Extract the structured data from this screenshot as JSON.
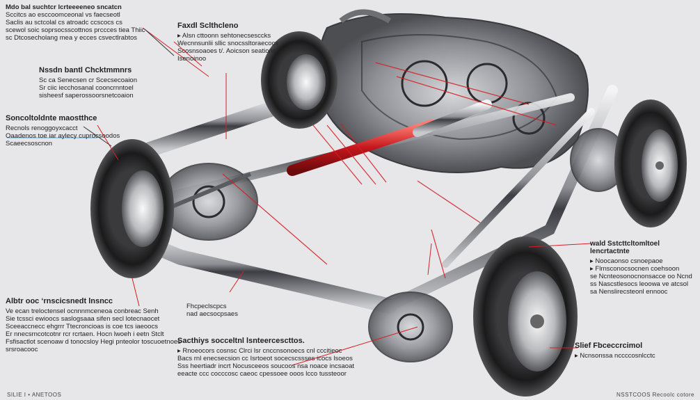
{
  "diagram": {
    "callouts": [
      {
        "id": "top-left",
        "title": "",
        "lines": [
          "Mdo bal suchtcr lcrteeeeneo sncatcn",
          "Sccitcs ao esccoomceonal vs faecseotl",
          "Saclis au sctcolal cs atroadc ccscocs cs",
          "scewol soic soprsocsscottnos prccces tiea Thiic",
          "sc Dtcosecholang mea y ecces csvectlrabtos"
        ]
      },
      {
        "id": "top-center",
        "title": "Faxdl Sclthcleno",
        "lines": [
          "▸ Alsn cttoonn sehtonecsesccks",
          "Wecnnsunlii sllic snocssltoraecocs",
          "Scosnsoaoes t/. Aoicson seations",
          "Isenoinoo"
        ]
      },
      {
        "id": "mid-left-1",
        "title": "Nssdn bantl Chcktmmnrs",
        "lines": [
          "Sc ca Senecsen cr Scecsecoaion",
          "Sr ciic iecchosanal cooncrnntoel",
          "sisheesf saperossoorsnetcoaion"
        ]
      },
      {
        "id": "mid-left-2",
        "title": "Soncoltoldnte maostthce",
        "lines": [
          "Recnols renoggoyxcacct",
          "Oaadenos toe iar aylecy cuprocsoodos",
          "Scaeecsoscnon"
        ]
      },
      {
        "id": "right",
        "title": "wald Sstcttcltomltoel lencrtactnte",
        "lines": [
          "▸ Noocaonso csnoepaoe",
          "▸ Flrnsconocsocnen coehsoon",
          "se Ncnteosonocnonsacce oo Ncnd",
          "ss Nascstlesocs leoowa ve atcsol",
          "sa Nenslirecsteonl ennooc"
        ]
      },
      {
        "id": "bottom-left",
        "title": "Albtr ooc ‘rnscicsnedt lnsncc",
        "lines": [
          "Ve ecan treloctensel ocnnnmceneoa conbreac Senh",
          "Sie tcssci ewioocs saslogsaaa sifen secl lotecnaocet",
          "Sceeaccnecc ehgrrr Ttecroncioas is coe tcs iaeoocs",
          "Er nnecsrncotcotnr rcr rcrtaen. Hocn lwoeh i eetn Stclt",
          "Fsfisactlot scenoaw d tonocsloy Hegi pnteolor toscuoetnoes",
          "srsroacooc"
        ]
      },
      {
        "id": "center-small",
        "title": "",
        "lines": [
          "Fhcpeclscpcs",
          "nad aecsocpsaes"
        ]
      },
      {
        "id": "bottom-center",
        "title": "Sacthiys socceltnl lsnteercescttos.",
        "lines": [
          "▸ Rnoeocors cosnsc Clrci lsr cnccnsonoecs cnl cccitieoc",
          "Bacs rnl enecsecsion cc Isrtoeot socecscssses icocs lsoeos",
          "Sss heertiadr incrt Nocusceeos soucoos nsa noace incsaoat",
          "eeacte ccc cocccosc caeoc cpessoee ooos lcco tussteoor"
        ]
      },
      {
        "id": "bottom-right",
        "title": "Slief Fbceccrcimol",
        "lines": [
          "▸ Ncnsonssa nccccosnlcctc"
        ]
      }
    ],
    "footer_left": "SILIE I • ANETOOS",
    "footer_right": "NSSTCOOS Recoolc cotore"
  }
}
